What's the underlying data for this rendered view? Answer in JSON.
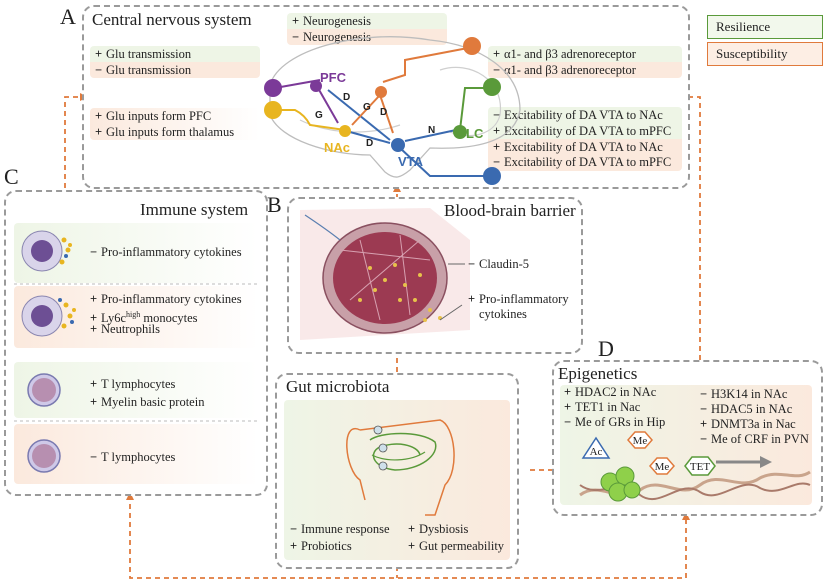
{
  "legend": {
    "resilience": "Resilience",
    "susceptibility": "Susceptibility",
    "resilience_color": "#5a9a3a",
    "susceptibility_color": "#e07a3c"
  },
  "panelA": {
    "letter": "A",
    "title": "Central nervous system",
    "neuro": [
      {
        "sign": "+",
        "text": "Neurogenesis"
      },
      {
        "sign": "−",
        "text": "Neurogenesis"
      }
    ],
    "glu": [
      {
        "sign": "+",
        "text": "Glu transmission"
      },
      {
        "sign": "−",
        "text": "Glu transmission"
      }
    ],
    "glu_inputs": [
      {
        "sign": "+",
        "text": "Glu inputs form PFC"
      },
      {
        "sign": "+",
        "text": "Glu inputs form thalamus"
      }
    ],
    "adreno": [
      {
        "sign": "+",
        "text": "α1- and β3 adrenoreceptor"
      },
      {
        "sign": "−",
        "text": "α1- and β3 adrenoreceptor"
      }
    ],
    "excitability": [
      {
        "sign": "−",
        "text": "Excitability of DA VTA to NAc"
      },
      {
        "sign": "+",
        "text": "Excitability of DA VTA to mPFC"
      },
      {
        "sign": "+",
        "text": "Excitability of DA VTA to NAc"
      },
      {
        "sign": "−",
        "text": "Excitability of DA VTA to mPFC"
      }
    ],
    "nodes": {
      "pfc": "PFC",
      "nac": "NAc",
      "vta": "VTA",
      "lc": "LC"
    },
    "edges": {
      "g1": "G",
      "d1": "D",
      "g2": "G",
      "d2": "D",
      "d3": "D",
      "n": "N"
    }
  },
  "panelB": {
    "letter": "B",
    "title": "Blood-brain barrier",
    "items": [
      {
        "sign": "−",
        "text": "Claudin-5"
      },
      {
        "sign": "+",
        "text": "Pro-inflammatory"
      },
      {
        "sign": "",
        "text": "cytokines"
      }
    ]
  },
  "panelC": {
    "letter": "C",
    "title": "Immune system",
    "rows": [
      {
        "items": [
          {
            "sign": "−",
            "text": "Pro-inflammatory cytokines"
          }
        ]
      },
      {
        "items": [
          {
            "sign": "+",
            "text": "Pro-inflammatory cytokines"
          },
          {
            "sign": "+",
            "text": "Ly6c",
            "sup": "high",
            "rest": " monocytes"
          },
          {
            "sign": "+",
            "text": "Neutrophils"
          }
        ]
      },
      {
        "items": [
          {
            "sign": "+",
            "text": "T lymphocytes"
          },
          {
            "sign": "+",
            "text": "Myelin basic protein"
          }
        ]
      },
      {
        "items": [
          {
            "sign": "−",
            "text": "T lymphocytes"
          }
        ]
      }
    ]
  },
  "panelGut": {
    "title": "Gut microbiota",
    "left": [
      {
        "sign": "−",
        "text": "Immune response"
      },
      {
        "sign": "+",
        "text": "Probiotics"
      }
    ],
    "right": [
      {
        "sign": "+",
        "text": "Dysbiosis"
      },
      {
        "sign": "+",
        "text": "Gut permeability"
      }
    ]
  },
  "panelD": {
    "letter": "D",
    "title": "Epigenetics",
    "left": [
      {
        "sign": "+",
        "text": "HDAC2 in NAc"
      },
      {
        "sign": "+",
        "text": "TET1 in Nac"
      },
      {
        "sign": "−",
        "text": "Me of GRs in Hip"
      }
    ],
    "right": [
      {
        "sign": "−",
        "text": "H3K14 in NAc"
      },
      {
        "sign": "−",
        "text": "HDAC5 in NAc"
      },
      {
        "sign": "+",
        "text": "DNMT3a in Nac"
      },
      {
        "sign": "−",
        "text": "Me of CRF in PVN"
      }
    ],
    "tags": {
      "ac": "Ac",
      "me1": "Me",
      "me2": "Me",
      "tet": "TET"
    }
  }
}
